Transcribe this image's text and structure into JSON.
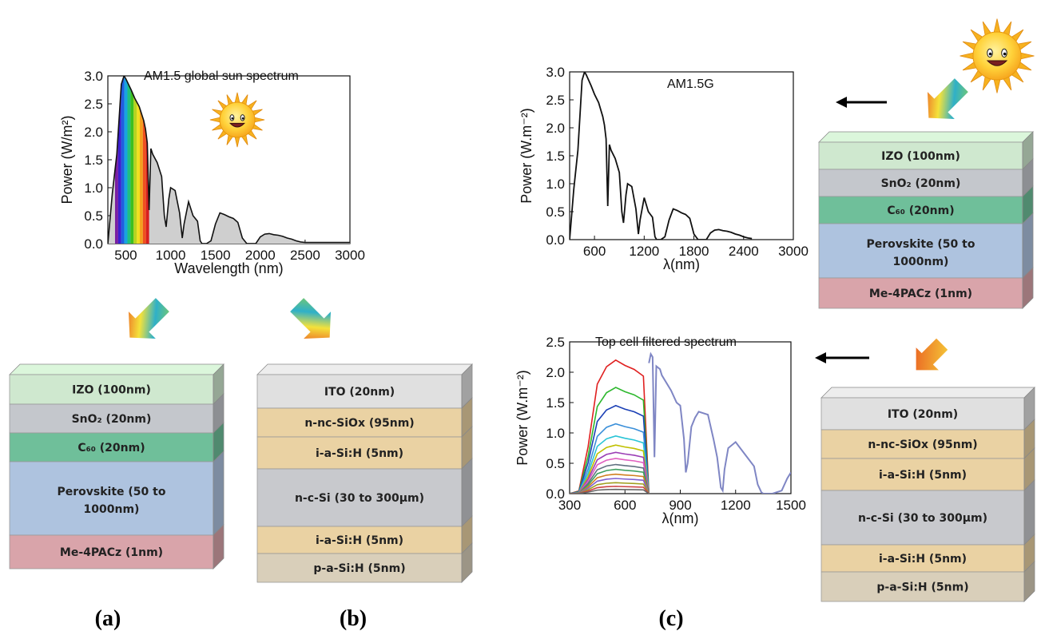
{
  "panels": {
    "a_label": "(a)",
    "b_label": "(b)",
    "c_label": "(c)"
  },
  "chart_data": [
    {
      "type": "area",
      "title": "AM1.5 global sun spectrum",
      "xlabel": "Wavelength (nm)",
      "ylabel": "Power (W/m²)",
      "xlim": [
        300,
        3000
      ],
      "ylim": [
        0,
        3.0
      ],
      "xticks": [
        "500",
        "1000",
        "1500",
        "2000",
        "2500",
        "3000"
      ],
      "yticks": [
        "0.0",
        "0.5",
        "1.0",
        "1.5",
        "2.0",
        "2.5",
        "3.0"
      ],
      "series": [
        {
          "x": [
            300,
            350,
            400,
            450,
            480,
            500,
            530,
            560,
            600,
            650,
            700,
            720,
            740,
            760,
            780,
            800,
            850,
            900,
            930,
            950,
            980,
            1000,
            1050,
            1100,
            1130,
            1150,
            1200,
            1250,
            1300,
            1330,
            1350,
            1400,
            1450,
            1500,
            1550,
            1600,
            1650,
            1700,
            1750,
            1800,
            1850,
            1900,
            1950,
            2000,
            2050,
            2100,
            2150,
            2200,
            2250,
            2300,
            2350,
            2400,
            2450,
            2500,
            2600,
            2700,
            2800,
            2900,
            3000
          ],
          "y": [
            0.0,
            0.9,
            1.6,
            2.85,
            3.0,
            2.95,
            2.85,
            2.75,
            2.6,
            2.45,
            2.2,
            2.05,
            1.8,
            0.6,
            1.7,
            1.6,
            1.45,
            1.2,
            0.5,
            0.3,
            0.8,
            1.0,
            0.95,
            0.55,
            0.1,
            0.35,
            0.75,
            0.5,
            0.4,
            0.05,
            0.0,
            0.0,
            0.05,
            0.35,
            0.55,
            0.52,
            0.48,
            0.45,
            0.38,
            0.1,
            0.0,
            0.0,
            0.0,
            0.12,
            0.17,
            0.18,
            0.16,
            0.15,
            0.13,
            0.1,
            0.08,
            0.05,
            0.03,
            0.02,
            0.02,
            0.02,
            0.02,
            0.02,
            0.02
          ]
        }
      ],
      "colors": {
        "fill": "#cfcfcf",
        "line": "#111111"
      }
    },
    {
      "type": "line",
      "title": "AM1.5G",
      "xlabel": "λ(nm)",
      "ylabel": "Power (W.m⁻²)",
      "xlim": [
        300,
        3000
      ],
      "ylim": [
        0,
        3.0
      ],
      "xticks": [
        "600",
        "1200",
        "1800",
        "2400",
        "3000"
      ],
      "yticks": [
        "0.0",
        "0.5",
        "1.0",
        "1.5",
        "2.0",
        "2.5",
        "3.0"
      ],
      "series": [
        {
          "x": [
            300,
            350,
            400,
            450,
            480,
            500,
            530,
            560,
            600,
            650,
            700,
            720,
            740,
            760,
            780,
            800,
            850,
            900,
            930,
            950,
            980,
            1000,
            1050,
            1100,
            1130,
            1150,
            1200,
            1250,
            1300,
            1330,
            1350,
            1400,
            1450,
            1500,
            1550,
            1600,
            1650,
            1700,
            1750,
            1800,
            1850,
            1900,
            1950,
            2000,
            2050,
            2100,
            2150,
            2200,
            2250,
            2300,
            2350,
            2400,
            2450,
            2500
          ],
          "y": [
            0.0,
            0.9,
            1.6,
            2.85,
            3.0,
            2.95,
            2.85,
            2.75,
            2.6,
            2.45,
            2.2,
            2.05,
            1.8,
            0.6,
            1.7,
            1.6,
            1.45,
            1.2,
            0.5,
            0.3,
            0.8,
            1.0,
            0.95,
            0.55,
            0.1,
            0.35,
            0.75,
            0.5,
            0.4,
            0.05,
            0.0,
            0.0,
            0.05,
            0.35,
            0.55,
            0.52,
            0.48,
            0.45,
            0.38,
            0.1,
            0.0,
            0.0,
            0.0,
            0.12,
            0.17,
            0.18,
            0.16,
            0.15,
            0.13,
            0.1,
            0.08,
            0.05,
            0.03,
            0.02
          ]
        }
      ],
      "colors": {
        "line": "#111111"
      }
    },
    {
      "type": "line",
      "title": "Top cell filtered spectrum",
      "xlabel": "λ(nm)",
      "ylabel": "Power (W.m⁻²)",
      "xlim": [
        300,
        1500
      ],
      "ylim": [
        0,
        2.5
      ],
      "xticks": [
        "300",
        "600",
        "900",
        "1200",
        "1500"
      ],
      "yticks": [
        "0.0",
        "0.5",
        "1.0",
        "1.5",
        "2.0",
        "2.5"
      ],
      "visible_x": [
        300,
        350,
        400,
        450,
        500,
        550,
        600,
        650,
        700,
        730
      ],
      "visible_shape": [
        0.0,
        0.02,
        0.35,
        0.82,
        0.95,
        1.0,
        0.96,
        0.93,
        0.88,
        0.0
      ],
      "visible_scales": [
        2.2,
        1.75,
        1.45,
        1.15,
        0.95,
        0.8,
        0.68,
        0.58,
        0.48,
        0.4,
        0.32,
        0.25,
        0.18,
        0.12,
        0.07
      ],
      "visible_colors": [
        "#e02020",
        "#2eb82e",
        "#1a3fb5",
        "#3a8fd9",
        "#29c4d6",
        "#c0c000",
        "#9b3fb5",
        "#e060c0",
        "#607080",
        "#40a060",
        "#d08020",
        "#8060d0",
        "#a0a020",
        "#cc4444",
        "#666666"
      ],
      "transmitted": {
        "x": [
          730,
          740,
          750,
          760,
          770,
          790,
          800,
          850,
          880,
          900,
          920,
          930,
          940,
          960,
          980,
          1000,
          1050,
          1080,
          1100,
          1120,
          1130,
          1140,
          1160,
          1200,
          1250,
          1300,
          1320,
          1340,
          1350,
          1360,
          1400,
          1450,
          1480,
          1500
        ],
        "y": [
          2.15,
          2.3,
          2.25,
          0.6,
          2.1,
          2.05,
          1.95,
          1.7,
          1.5,
          1.45,
          0.9,
          0.35,
          0.5,
          1.1,
          1.25,
          1.35,
          1.3,
          0.9,
          0.6,
          0.1,
          0.05,
          0.4,
          0.75,
          0.85,
          0.65,
          0.45,
          0.15,
          0.02,
          0.0,
          0.0,
          0.0,
          0.05,
          0.25,
          0.35
        ],
        "color": "#7f86c4"
      }
    }
  ],
  "stacks": {
    "a": [
      {
        "label": "IZO (100nm)",
        "color": "#cfe8cf"
      },
      {
        "label": "SnO₂ (20nm)",
        "color": "#c4c7cc"
      },
      {
        "label": "C₆₀ (20nm)",
        "color": "#6fbf9a"
      },
      {
        "label": "Perovskite (50 to",
        "label2": "1000nm)",
        "color": "#aec3df"
      },
      {
        "label": "Me-4PACz (1nm)",
        "color": "#d9a4aa"
      }
    ],
    "b": [
      {
        "label": "ITO (20nm)",
        "color": "#e0e0e0"
      },
      {
        "label": "n-nc-SiOx (95nm)",
        "color": "#ead2a3"
      },
      {
        "label": "i-a-Si:H (5nm)",
        "color": "#ead2a3"
      },
      {
        "label": "n-c-Si (30 to 300μm)",
        "color": "#c8c9cd"
      },
      {
        "label": "i-a-Si:H (5nm)",
        "color": "#ead2a3"
      },
      {
        "label": "p-a-Si:H (5nm)",
        "color": "#d9cfba"
      }
    ],
    "c_top": [
      {
        "label": "IZO (100nm)",
        "color": "#cfe8cf"
      },
      {
        "label": "SnO₂ (20nm)",
        "color": "#c4c7cc"
      },
      {
        "label": "C₆₀ (20nm)",
        "color": "#6fbf9a"
      },
      {
        "label": "Perovskite (50 to",
        "label2": "1000nm)",
        "color": "#aec3df"
      },
      {
        "label": "Me-4PACz (1nm)",
        "color": "#d9a4aa"
      }
    ],
    "c_bottom": [
      {
        "label": "ITO (20nm)",
        "color": "#e0e0e0"
      },
      {
        "label": "n-nc-SiOx (95nm)",
        "color": "#ead2a3"
      },
      {
        "label": "i-a-Si:H (5nm)",
        "color": "#ead2a3"
      },
      {
        "label": "n-c-Si (30 to 300μm)",
        "color": "#c8c9cd"
      },
      {
        "label": "i-a-Si:H (5nm)",
        "color": "#ead2a3"
      },
      {
        "label": "p-a-Si:H (5nm)",
        "color": "#d9cfba"
      }
    ]
  },
  "icons": {
    "sun": "sun-icon",
    "arrow": "gradient-arrow-icon",
    "left_arrow": "left-arrow-icon"
  },
  "spectrum_colors": [
    "#7a1fa2",
    "#3b1fd0",
    "#1f5ee0",
    "#18a4e0",
    "#1fc080",
    "#3cc01f",
    "#b6d41f",
    "#f0e01f",
    "#f5a01f",
    "#f0501f",
    "#d81f1f"
  ]
}
